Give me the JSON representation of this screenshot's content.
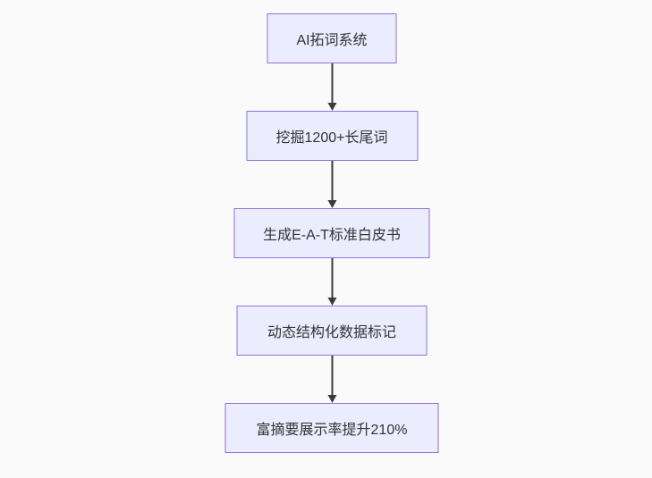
{
  "diagram": {
    "type": "flowchart-top-down",
    "nodes": [
      {
        "id": "A",
        "label": "AI拓词系统"
      },
      {
        "id": "B",
        "label": "挖掘1200+长尾词"
      },
      {
        "id": "C",
        "label": "生成E-A-T标准白皮书"
      },
      {
        "id": "D",
        "label": "动态结构化数据标记"
      },
      {
        "id": "E",
        "label": "富摘要展示率提升210%"
      }
    ],
    "edges": [
      {
        "from": "A",
        "to": "B",
        "style": "arrow-down"
      },
      {
        "from": "B",
        "to": "C",
        "style": "arrow-down"
      },
      {
        "from": "C",
        "to": "D",
        "style": "arrow-down"
      },
      {
        "from": "D",
        "to": "E",
        "style": "arrow-down"
      }
    ],
    "colors": {
      "background": "#fafafa",
      "node_fill": "#ececff",
      "node_border": "#9370db",
      "arrow": "#3b3b3b",
      "text": "#333333"
    }
  }
}
